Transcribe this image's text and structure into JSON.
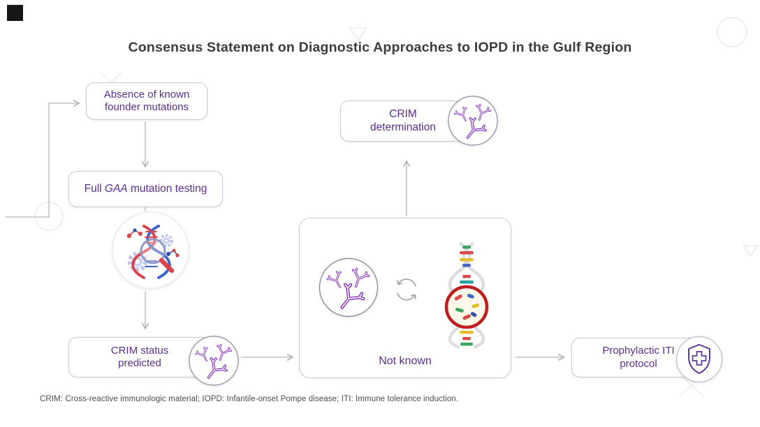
{
  "title": "Consensus Statement on Diagnostic Approaches to IOPD in the Gulf Region",
  "footnote": "CRIM: Cross-reactive immunologic material; IOPD: Infantile-onset Pompe disease; ITI: Immune tolerance induction.",
  "flowchart": {
    "absence_box": {
      "line1": "Absence of known",
      "line2": "founder mutations"
    },
    "gaa_box": {
      "pre": "Full ",
      "gene": "GAA",
      "post": " mutation testing"
    },
    "crim_status_box": {
      "line1": "CRIM status",
      "line2": "predicted"
    },
    "crim_determination_box": {
      "line1": "CRIM",
      "line2": "determination"
    },
    "center_box": {
      "label": "Not known"
    },
    "iti_box": {
      "line1": "Prophylactic ITI",
      "line2": "protocol"
    }
  },
  "icons": {
    "dna_analysis": "dna-analysis-magnifier-icon",
    "antibody_status": "antibody-cluster-icon",
    "antibody_center": "antibody-cluster-icon",
    "cycle": "cycle-arrows-icon",
    "dna_magnified": "dna-strand-magnified-icon",
    "antibody_determination": "antibody-cluster-icon",
    "shield": "medical-shield-cross-icon"
  },
  "colors": {
    "text_purple": "#5b2d8e",
    "antibody_purple": "#7d1fb8",
    "title_gray": "#3c3c3c",
    "border_gray": "#c9c9d3",
    "arrow_gray": "#b3b3c0",
    "highlight_red": "#bf1e1e"
  }
}
